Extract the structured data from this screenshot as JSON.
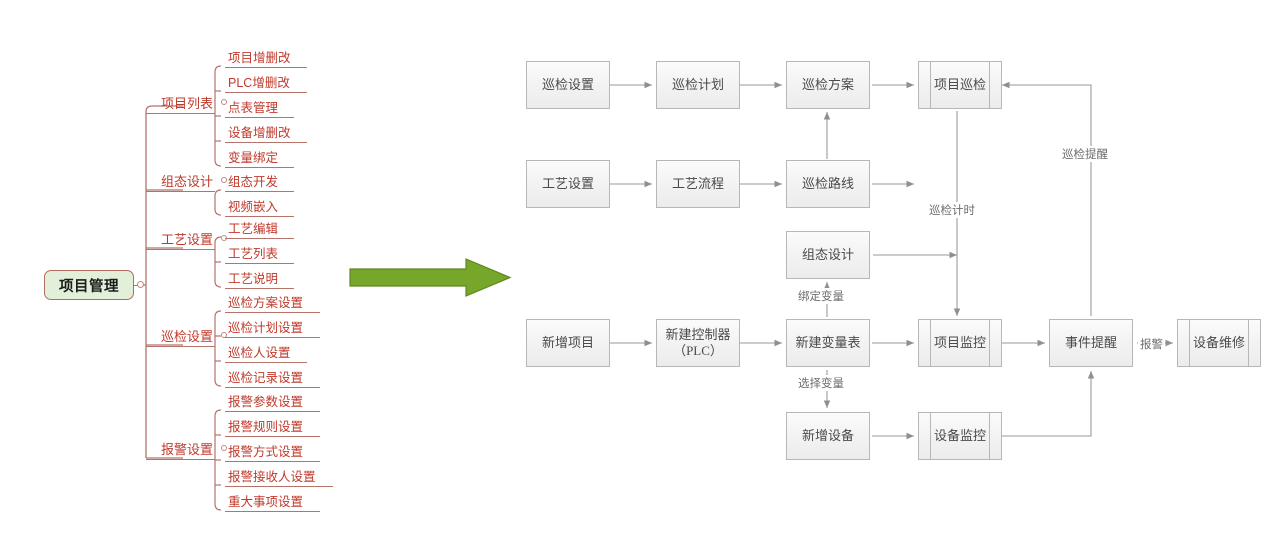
{
  "mindmap": {
    "root": {
      "label": "项目管理"
    },
    "branches": [
      {
        "label": "项目列表",
        "children": [
          "项目增删改",
          "PLC增删改",
          "点表管理",
          "设备增删改",
          "变量绑定"
        ]
      },
      {
        "label": "组态设计",
        "children": [
          "组态开发",
          "视频嵌入"
        ]
      },
      {
        "label": "工艺设置",
        "children": [
          "工艺编辑",
          "工艺列表",
          "工艺说明"
        ]
      },
      {
        "label": "巡检设置",
        "children": [
          "巡检方案设置",
          "巡检计划设置",
          "巡检人设置",
          "巡检记录设置"
        ]
      },
      {
        "label": "报警设置",
        "children": [
          "报警参数设置",
          "报警规则设置",
          "报警方式设置",
          "报警接收人设置",
          "重大事项设置"
        ]
      }
    ],
    "colors": {
      "root_fill": "#e2efd9",
      "root_border": "#b56b60",
      "text": "#c0392b",
      "line": "#b5736a"
    }
  },
  "connector_arrow": {
    "name": "green-block-arrow",
    "color": "#76a62a",
    "border": "#5d8a1f"
  },
  "flowchart": {
    "nodes": [
      {
        "id": "xjsz",
        "label": "巡检设置",
        "shape": "process"
      },
      {
        "id": "xjjh",
        "label": "巡检计划",
        "shape": "process"
      },
      {
        "id": "xjfa",
        "label": "巡检方案",
        "shape": "process"
      },
      {
        "id": "xmxj",
        "label": "项目巡检",
        "shape": "predefined-process"
      },
      {
        "id": "gysz",
        "label": "工艺设置",
        "shape": "process"
      },
      {
        "id": "gylc",
        "label": "工艺流程",
        "shape": "process"
      },
      {
        "id": "xjlx",
        "label": "巡检路线",
        "shape": "process"
      },
      {
        "id": "ztsj",
        "label": "组态设计",
        "shape": "process"
      },
      {
        "id": "xzxm",
        "label": "新增项目",
        "shape": "process"
      },
      {
        "id": "xjkzq",
        "label": "新建控制器\n（PLC）",
        "shape": "process"
      },
      {
        "id": "xjblb",
        "label": "新建变量表",
        "shape": "process"
      },
      {
        "id": "xmjk",
        "label": "项目监控",
        "shape": "predefined-process"
      },
      {
        "id": "sjtx",
        "label": "事件提醒",
        "shape": "process"
      },
      {
        "id": "sbwx",
        "label": "设备维修",
        "shape": "predefined-process"
      },
      {
        "id": "xzsb",
        "label": "新增设备",
        "shape": "process"
      },
      {
        "id": "sbjk",
        "label": "设备监控",
        "shape": "predefined-process"
      }
    ],
    "edge_labels": [
      {
        "id": "lbl-xjts",
        "text": "巡检提醒"
      },
      {
        "id": "lbl-xjjs",
        "text": "巡检计时"
      },
      {
        "id": "lbl-bdbl",
        "text": "绑定变量"
      },
      {
        "id": "lbl-xzbl",
        "text": "选择变量"
      },
      {
        "id": "lbl-bj",
        "text": "报警"
      }
    ],
    "colors": {
      "box_border": "#b7b7b7",
      "box_fill": "#f4f4f4",
      "text": "#4a4a4a",
      "line": "#9a9a9a"
    }
  }
}
